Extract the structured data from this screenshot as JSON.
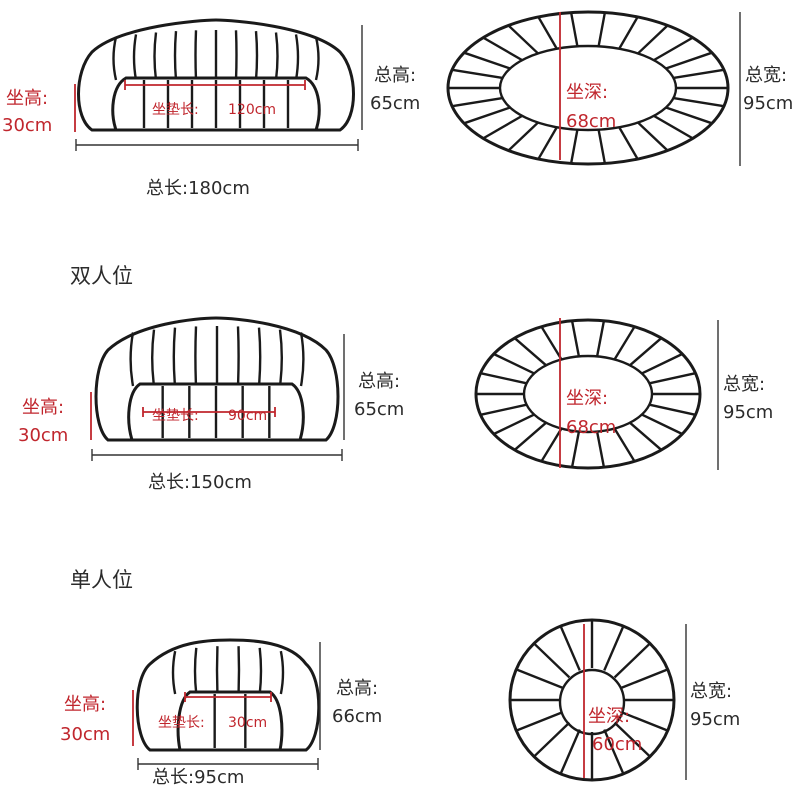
{
  "sections": [
    {
      "heading": "",
      "seat_height": {
        "label": "坐高:",
        "value": "30cm"
      },
      "cushion": {
        "label": "坐垫长:",
        "value": "120cm"
      },
      "total_height": {
        "label": "总高:",
        "value": "65cm"
      },
      "total_length": "总长:180cm",
      "seat_depth": {
        "label": "坐深:",
        "value": "68cm"
      },
      "total_width": {
        "label": "总宽:",
        "value": "95cm"
      }
    },
    {
      "heading": "双人位",
      "seat_height": {
        "label": "坐高:",
        "value": "30cm"
      },
      "cushion": {
        "label": "坐垫长:",
        "value": "90cm"
      },
      "total_height": {
        "label": "总高:",
        "value": "65cm"
      },
      "total_length": "总长:150cm",
      "seat_depth": {
        "label": "坐深:",
        "value": "68cm"
      },
      "total_width": {
        "label": "总宽:",
        "value": "95cm"
      }
    },
    {
      "heading": "单人位",
      "seat_height": {
        "label": "坐高:",
        "value": "30cm"
      },
      "cushion": {
        "label": "坐垫长:",
        "value": "30cm"
      },
      "total_height": {
        "label": "总高:",
        "value": "66cm"
      },
      "total_length": "总长:95cm",
      "seat_depth": {
        "label": "坐深:",
        "value": "60cm"
      },
      "total_width": {
        "label": "总宽:",
        "value": "95cm"
      }
    }
  ],
  "colors": {
    "dimension_red": "#c0262d",
    "outline": "#1a1a1a",
    "text": "#2b2b2b"
  }
}
